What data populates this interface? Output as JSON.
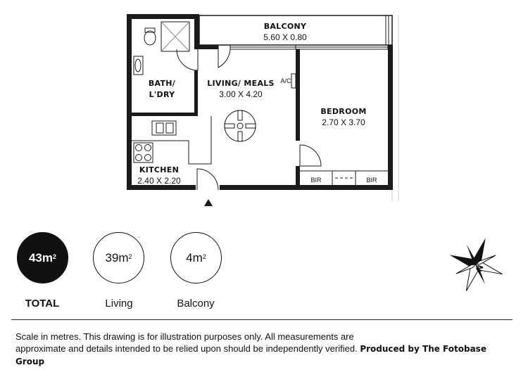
{
  "rooms": {
    "balcony": {
      "name": "BALCONY",
      "dim": "5.60 X 0.80"
    },
    "bath": {
      "name_line1": "BATH/",
      "name_line2": "L'DRY"
    },
    "living": {
      "name": "LIVING/ MEALS",
      "dim": "3.00 X 4.20"
    },
    "bedroom": {
      "name": "BEDROOM",
      "dim": "2.70 X 3.70"
    },
    "kitchen": {
      "name": "KITCHEN",
      "dim": "2.40 X 2.20"
    },
    "ac": "A/C",
    "bir_left": "BIR",
    "bir_right": "BIR"
  },
  "areas": {
    "total": {
      "value": "43m",
      "sup": "2",
      "label": "TOTAL"
    },
    "living": {
      "value": "39m",
      "sup": "2",
      "label": "Living"
    },
    "balcony": {
      "value": "4m",
      "sup": "2",
      "label": "Balcony"
    }
  },
  "footer": {
    "line1": "Scale in metres. This drawing is for illustration purposes only. All measurements are",
    "line2": "approximate and details intended to be relied upon should be independently verified.",
    "produced_by": "Produced by The Fotobase Group"
  },
  "colors": {
    "wall": "#1a1a1a",
    "fixture_gray": "#bbbbbb",
    "total_circle": "#111111"
  },
  "icons": {
    "compass": "compass-rose-icon",
    "entry": "entry-arrow-icon",
    "ceiling_fan": "ceiling-fan-icon"
  }
}
